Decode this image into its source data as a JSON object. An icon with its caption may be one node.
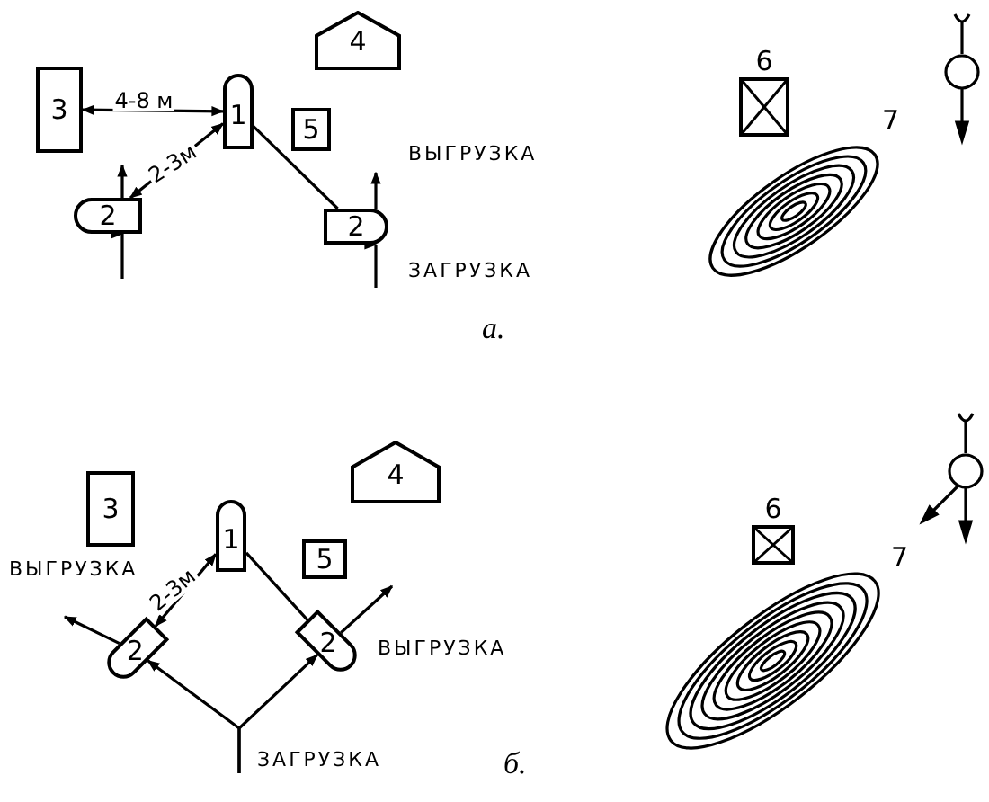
{
  "diagram": {
    "nodes": [
      {
        "text": [
          "3"
        ]
      },
      {
        "text": [
          "1"
        ]
      },
      {
        "text": [
          "4"
        ]
      },
      {
        "text": [
          "5"
        ]
      },
      {
        "text": [
          "2"
        ]
      },
      {
        "text": [
          "2"
        ]
      },
      {
        "text": [
          "6"
        ]
      },
      {
        "text": [
          "7"
        ]
      },
      {
        "text": [
          "3"
        ]
      },
      {
        "text": [
          "1"
        ]
      },
      {
        "text": [
          "4"
        ]
      },
      {
        "text": [
          "5"
        ]
      },
      {
        "text": [
          "2"
        ]
      },
      {
        "text": [
          "2"
        ]
      },
      {
        "text": [
          "6"
        ]
      },
      {
        "text": [
          "7"
        ]
      }
    ],
    "edges": [
      {
        "from": 0,
        "to": 1,
        "arrow": "both",
        "label": "4-8 м"
      },
      {
        "from": 4,
        "to": 1,
        "arrow": "both",
        "label": "2-3м"
      },
      {
        "from": 1,
        "to": 5,
        "arrow": "none"
      },
      {
        "from": null,
        "to": 4,
        "arrow": "to"
      },
      {
        "from": 4,
        "to": null,
        "arrow": "to"
      },
      {
        "from": null,
        "to": 5,
        "arrow": "to"
      },
      {
        "from": 5,
        "to": null,
        "arrow": "to"
      },
      {
        "from": 12,
        "to": 9,
        "arrow": "both",
        "label": "2-3м"
      },
      {
        "from": 9,
        "to": 13,
        "arrow": "none"
      },
      {
        "from": null,
        "to": 12,
        "arrow": "to"
      },
      {
        "from": null,
        "to": 13,
        "arrow": "to"
      },
      {
        "from": 12,
        "to": null,
        "arrow": "to"
      },
      {
        "from": 13,
        "to": null,
        "arrow": "to"
      }
    ],
    "labels": [
      "ВЫГРУЗКА",
      "ЗАГРУЗКА",
      "а.",
      "ВЫГРУЗКА",
      "ВЫГРУЗКА",
      "ЗАГРУЗКА",
      "б."
    ]
  }
}
